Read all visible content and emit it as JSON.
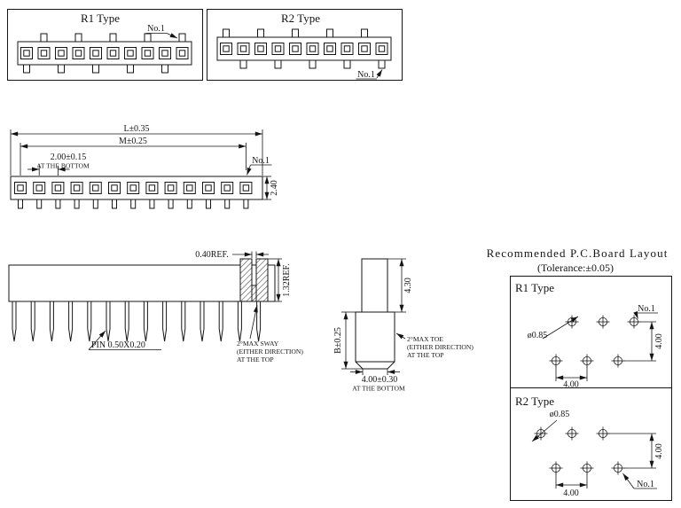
{
  "top_views": {
    "r1": {
      "label": "R1 Type",
      "pin1": "No.1"
    },
    "r2": {
      "label": "R2 Type",
      "pin1": "No.1"
    }
  },
  "front_view": {
    "dim_length": "L±0.35",
    "dim_span": "M±0.25",
    "dim_pitch": "2.00±0.15",
    "pitch_note": "AT THE BOTTOM",
    "pin1": "No.1",
    "dim_height": "2.40"
  },
  "side_view": {
    "dim_slot": "0.40REF.",
    "dim_depth": "1.32REF.",
    "pin_spec": "PIN 0.50X0.20",
    "sway_note": [
      "2°MAX SWAY",
      "(EITHER DIRECTION)",
      "AT THE TOP"
    ]
  },
  "pin_detail": {
    "dim_top": "4.30",
    "dim_body": "B±0.25",
    "dim_bottom": "4.00±0.30",
    "bottom_note": "AT THE BOTTOM",
    "toe_note": [
      "2°MAX TOE",
      "(EITHER DIRECTION)",
      "AT THE TOP"
    ]
  },
  "pcb_layout": {
    "title": "Recommended  P.C.Board Layout",
    "subtitle": "(Tolerance:±0.05)",
    "r1": {
      "label": "R1 Type",
      "hole_dia": "ø0.85",
      "pin1": "No.1",
      "dim_x": "4.00",
      "dim_y": "4.00"
    },
    "r2": {
      "label": "R2 Type",
      "hole_dia": "ø0.85",
      "pin1": "No.1",
      "dim_x": "4.00",
      "dim_y": "4.00"
    }
  }
}
